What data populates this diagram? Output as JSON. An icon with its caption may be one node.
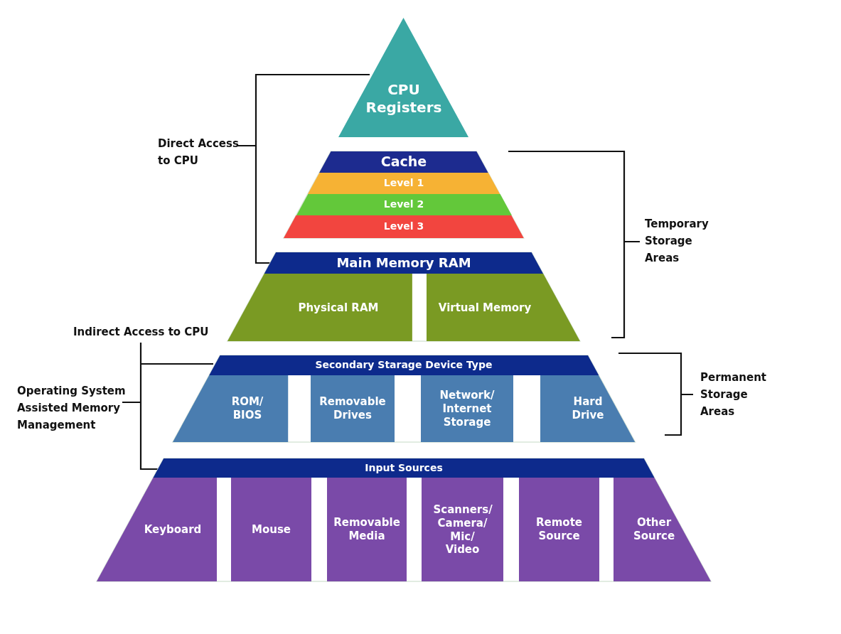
{
  "diagram": {
    "nodes": [
      {
        "text": [
          "CPU Registers"
        ]
      },
      {
        "text": [
          "Cache"
        ]
      },
      {
        "text": [
          "Level 1"
        ],
        "in": 1
      },
      {
        "text": [
          "Level 2"
        ],
        "in": 1
      },
      {
        "text": [
          "Level 3"
        ],
        "in": 1
      },
      {
        "text": [
          "Main Memory RAM"
        ]
      },
      {
        "text": [
          "Physical RAM"
        ],
        "in": 5
      },
      {
        "text": [
          "Virtual Memory"
        ],
        "in": 5
      },
      {
        "text": [
          "Secondary Starage Device Type"
        ]
      },
      {
        "text": [
          "ROM/ BIOS"
        ],
        "in": 8
      },
      {
        "text": [
          "Removable Drives"
        ],
        "in": 8
      },
      {
        "text": [
          "Network/ Internet Storage"
        ],
        "in": 8
      },
      {
        "text": [
          "Hard Drive"
        ],
        "in": 8
      },
      {
        "text": [
          "Input Sources"
        ]
      },
      {
        "text": [
          "Keyboard"
        ],
        "in": 13
      },
      {
        "text": [
          "Mouse"
        ],
        "in": 13
      },
      {
        "text": [
          "Removable Media"
        ],
        "in": 13
      },
      {
        "text": [
          "Scanners/ Camera/ Mic/ Video"
        ],
        "in": 13
      },
      {
        "text": [
          "Remote Source"
        ],
        "in": 13
      },
      {
        "text": [
          "Other Source"
        ],
        "in": 13
      }
    ],
    "labels": [
      "Direct Access to CPU",
      "Temporary Storage Areas",
      "Indirect Access to CPU",
      "Operating System Assisted Memory Management",
      "Permanent Storage Areas"
    ]
  }
}
